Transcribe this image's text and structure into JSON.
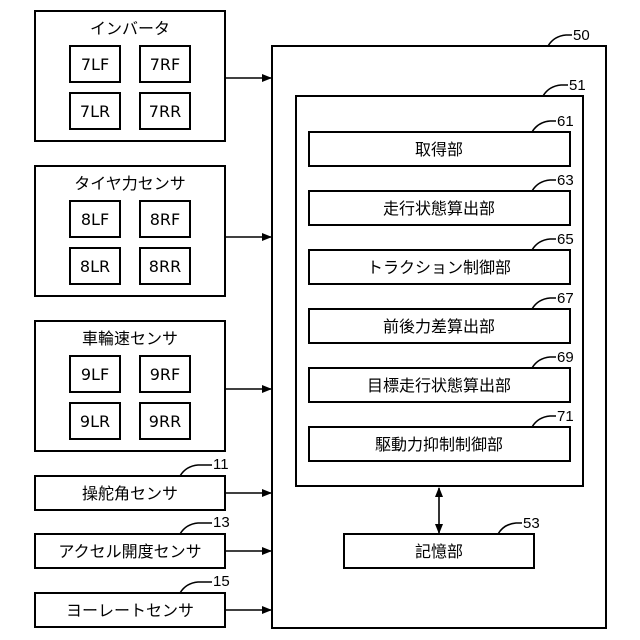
{
  "inverter": {
    "title": "インバータ",
    "items": [
      "7LF",
      "7RF",
      "7LR",
      "7RR"
    ]
  },
  "tire_sensor": {
    "title": "タイヤ力センサ",
    "items": [
      "8LF",
      "8RF",
      "8LR",
      "8RR"
    ]
  },
  "wheel_speed_sensor": {
    "title": "車輪速センサ",
    "items": [
      "9LF",
      "9RF",
      "9LR",
      "9RR"
    ]
  },
  "steering_sensor": {
    "label": "操舵角センサ",
    "ref": "11"
  },
  "accel_sensor": {
    "label": "アクセル開度センサ",
    "ref": "13"
  },
  "yaw_sensor": {
    "label": "ヨーレートセンサ",
    "ref": "15"
  },
  "controller": {
    "ref": "50",
    "processor": {
      "ref": "51",
      "units": [
        {
          "label": "取得部",
          "ref": "61"
        },
        {
          "label": "走行状態算出部",
          "ref": "63"
        },
        {
          "label": "トラクション制御部",
          "ref": "65"
        },
        {
          "label": "前後力差算出部",
          "ref": "67"
        },
        {
          "label": "目標走行状態算出部",
          "ref": "69"
        },
        {
          "label": "駆動力抑制制御部",
          "ref": "71"
        }
      ]
    },
    "memory": {
      "label": "記憶部",
      "ref": "53"
    }
  }
}
